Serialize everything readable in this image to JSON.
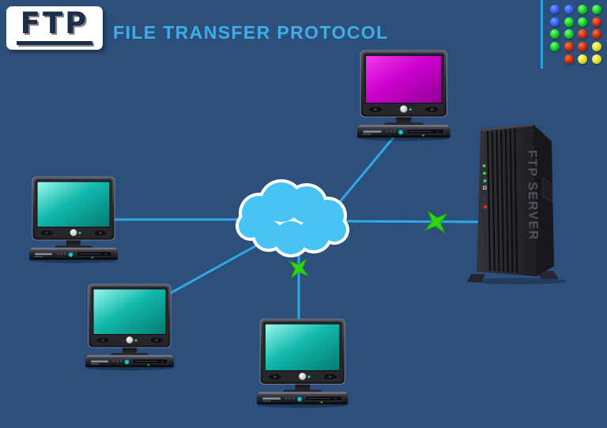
{
  "header": {
    "logo_text": "FTP",
    "title": "FILE TRANSFER PROTOCOL"
  },
  "decor": {
    "dots_grid": [
      [
        "blue",
        "blue",
        "green",
        "green"
      ],
      [
        "blue",
        "green",
        "green",
        "red"
      ],
      [
        "green",
        "green",
        "red",
        "red"
      ],
      [
        "green",
        "red",
        "red",
        "yellow"
      ],
      [
        "",
        "red",
        "yellow",
        "yellow"
      ]
    ],
    "dot_palette": {
      "blue": {
        "light": "#7A97FF",
        "base": "#2E5BE8",
        "dark": "#16309C"
      },
      "green": {
        "light": "#7CFF82",
        "base": "#10C818",
        "dark": "#0A7E0E"
      },
      "red": {
        "light": "#F4744E",
        "base": "#C52B08",
        "dark": "#701704"
      },
      "yellow": {
        "light": "#FFFFA0",
        "base": "#DCDC24",
        "dark": "#8E8E0C"
      }
    }
  },
  "diagram": {
    "server": {
      "label": "FTP SERVER"
    },
    "cloud": {
      "name": "internet-cloud"
    },
    "nodes": [
      {
        "id": "client-top",
        "type": "computer",
        "screen": "magenta"
      },
      {
        "id": "client-left",
        "type": "computer",
        "screen": "teal"
      },
      {
        "id": "client-bottom-left",
        "type": "computer",
        "screen": "teal"
      },
      {
        "id": "client-bottom-center",
        "type": "computer",
        "screen": "teal"
      },
      {
        "id": "ftp-server",
        "type": "server",
        "label": "FTP SERVER"
      }
    ],
    "connections": [
      {
        "from": "client-left",
        "to": "cloud",
        "blocked": false
      },
      {
        "from": "client-top",
        "to": "cloud",
        "blocked": false
      },
      {
        "from": "client-bottom-left",
        "to": "cloud",
        "blocked": false
      },
      {
        "from": "client-bottom-center",
        "to": "cloud",
        "blocked": true
      },
      {
        "from": "cloud",
        "to": "ftp-server",
        "blocked": true
      }
    ]
  },
  "colors": {
    "background": "#2C4F7B",
    "accent_line": "#2FA9E2",
    "title_text": "#3FAEE8",
    "logo_ink": "#1B3048",
    "cloud_fill": "#47C3F5",
    "cloud_outline": "#FFFFFF",
    "blocked_marker": "#2FD414",
    "screen_teal": "#0FBFAF",
    "screen_magenta": "#CC00CE"
  }
}
